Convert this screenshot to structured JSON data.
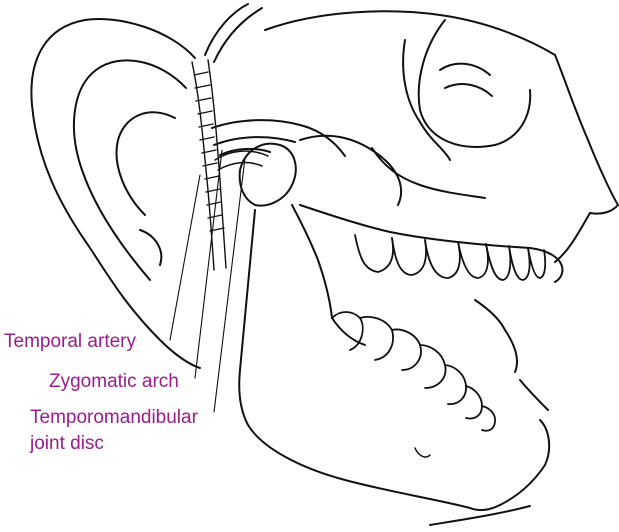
{
  "colors": {
    "label": "#9b1c8a",
    "line": "#111111"
  },
  "labels": {
    "temporal_artery": "Temporal artery",
    "zygomatic_arch": "Zygomatic arch",
    "tmj_disc_line1": "Temporomandibular",
    "tmj_disc_line2": "joint disc"
  }
}
